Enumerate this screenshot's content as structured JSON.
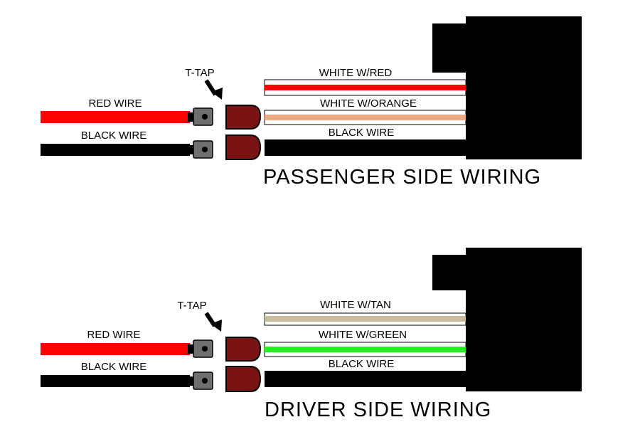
{
  "colors": {
    "background": "#ffffff",
    "black": "#000000",
    "red": "#ff0000",
    "orange_stripe": "#efaa84",
    "tan_stripe": "#c8bd9f",
    "green_stripe": "#22ee22",
    "ttap": "#7a1414",
    "terminal": "#6e6e6e"
  },
  "passenger": {
    "title": "PASSENGER SIDE WIRING",
    "ttap_label": "T-TAP",
    "input_wires": {
      "red": "RED WIRE",
      "black": "BLACK WIRE"
    },
    "harness_wires": {
      "top": "WHITE W/RED",
      "middle": "WHITE W/ORANGE",
      "bottom": "BLACK WIRE"
    }
  },
  "driver": {
    "title": "DRIVER SIDE WIRING",
    "ttap_label": "T-TAP",
    "input_wires": {
      "red": "RED WIRE",
      "black": "BLACK WIRE"
    },
    "harness_wires": {
      "top": "WHITE W/TAN",
      "middle": "WHITE W/GREEN",
      "bottom": "BLACK WIRE"
    }
  }
}
